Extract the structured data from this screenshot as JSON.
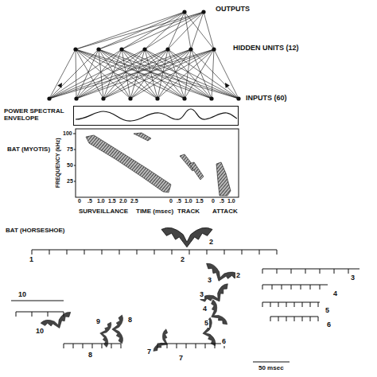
{
  "diagram": {
    "nodes": [
      {
        "text": [
          "POWER SPECTRAL ENVELOPE"
        ]
      }
    ],
    "labels": [
      "OUTPUTS",
      "HIDDEN UNITS (12)",
      "INPUTS (60)",
      "BAT (MYOTIS)",
      "FREQUENCY (kHz)",
      "100",
      "75",
      "50",
      "25",
      "0",
      ".5",
      "1.0",
      "1.5",
      "2.0",
      "2.5",
      "SURVEILLANCE",
      "TIME (msec)",
      "0",
      ".5",
      "1.0",
      "1.5",
      "TRACK",
      "0",
      ".5",
      "1.0",
      "ATTACK",
      "BAT (HORSESHOE)",
      "2",
      "1",
      "2",
      "2",
      "3",
      "3",
      "3",
      "4",
      "4",
      "5",
      "5",
      "6",
      "6",
      "10",
      "10",
      "9",
      "8",
      "7",
      "8",
      "7",
      "50 msec"
    ]
  }
}
